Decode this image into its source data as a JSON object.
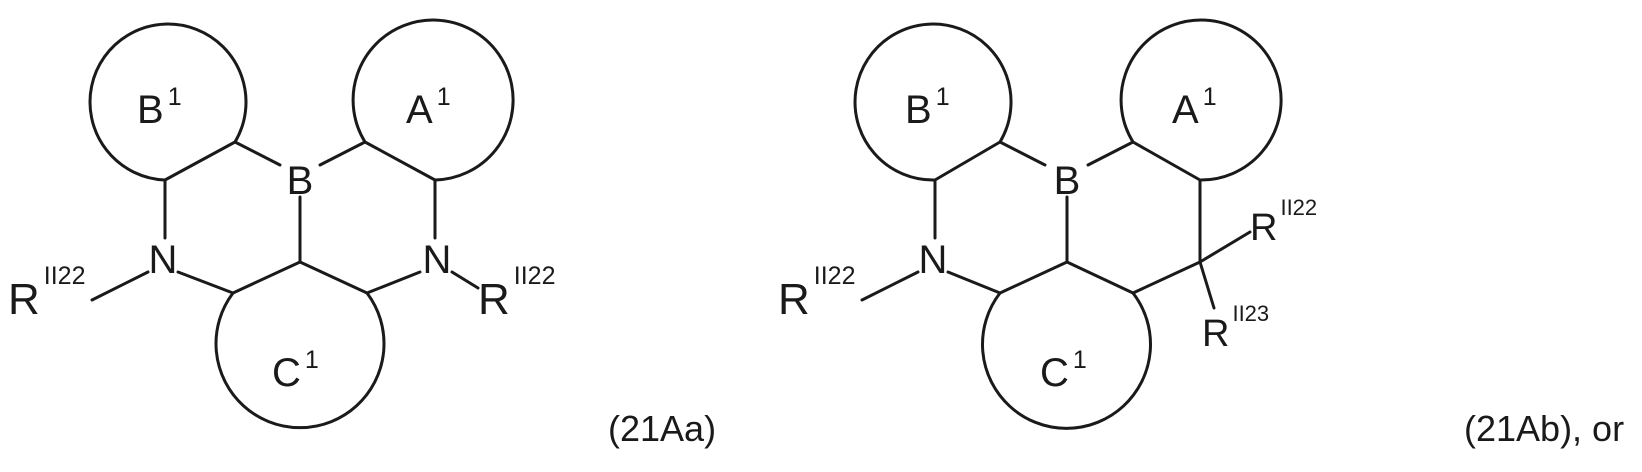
{
  "structure_a": {
    "ring_b": {
      "letter": "B",
      "sup": "1"
    },
    "ring_a": {
      "letter": "A",
      "sup": "1"
    },
    "ring_c": {
      "letter": "C",
      "sup": "1"
    },
    "boron": "B",
    "n_left": "N",
    "n_right": "N",
    "r_left": {
      "base": "R",
      "sup": "II22"
    },
    "r_right": {
      "base": "R",
      "sup": "II22"
    },
    "caption": "(21Aa)"
  },
  "structure_b": {
    "ring_b": {
      "letter": "B",
      "sup": "1"
    },
    "ring_a": {
      "letter": "A",
      "sup": "1"
    },
    "ring_c": {
      "letter": "C",
      "sup": "1"
    },
    "boron": "B",
    "n_left": "N",
    "r_left": {
      "base": "R",
      "sup": "II22"
    },
    "r_sub_top": {
      "base": "R",
      "sup": "II22"
    },
    "r_sub_bottom": {
      "base": "R",
      "sup": "II23"
    },
    "caption": "(21Ab), or"
  }
}
